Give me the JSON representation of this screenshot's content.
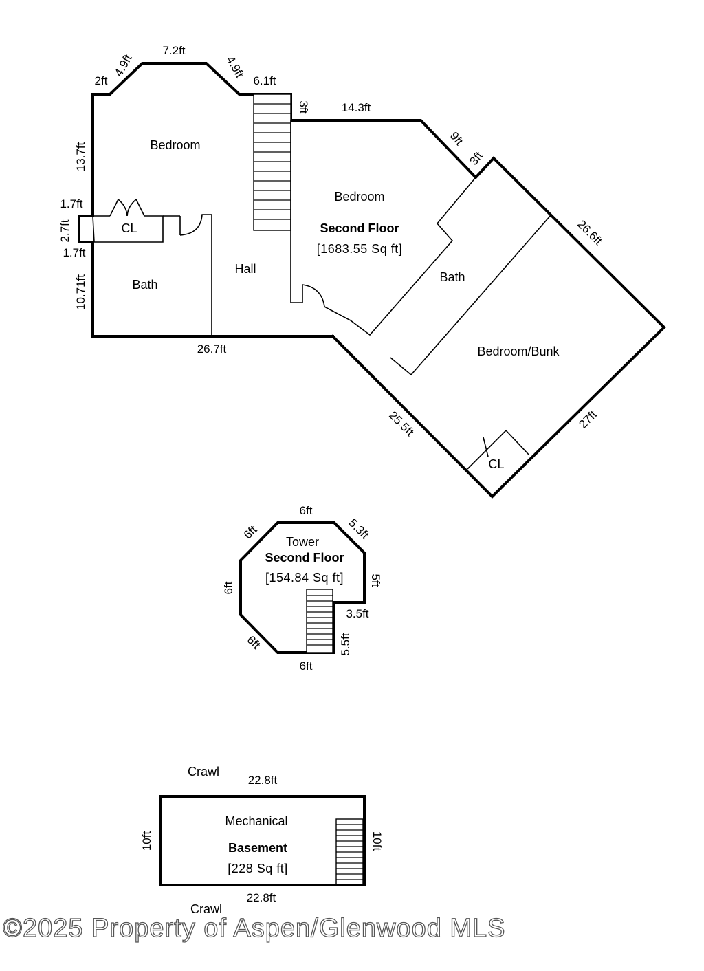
{
  "second_floor": {
    "title": "Second Floor",
    "area": "[1683.55 Sq ft]",
    "rooms": {
      "bedroom_left": "Bedroom",
      "closet_left": "CL",
      "bath_left": "Bath",
      "hall": "Hall",
      "bedroom_center": "Bedroom",
      "bath_right": "Bath",
      "bedroom_bunk": "Bedroom/Bunk",
      "closet_bunk": "CL"
    },
    "dimensions": {
      "d_2ft": "2ft",
      "d_4_9ft_a": "4.9ft",
      "d_7_2ft": "7.2ft",
      "d_4_9ft_b": "4.9ft",
      "d_6_1ft": "6.1ft",
      "d_3ft_a": "3ft",
      "d_14_3ft": "14.3ft",
      "d_9ft": "9ft",
      "d_3ft_b": "3ft",
      "d_26_6ft": "26.6ft",
      "d_13_7ft": "13.7ft",
      "d_1_7ft_a": "1.7ft",
      "d_2_7ft": "2.7ft",
      "d_1_7ft_b": "1.7ft",
      "d_10_71ft": "10.71ft",
      "d_26_7ft": "26.7ft",
      "d_25_5ft": "25.5ft",
      "d_27ft": "27ft"
    }
  },
  "tower": {
    "room": "Tower",
    "title": "Second Floor",
    "area": "[154.84 Sq ft]",
    "dimensions": {
      "top": "6ft",
      "top_left": "6ft",
      "top_right": "5.3ft",
      "right": "5ft",
      "notch": "3.5ft",
      "notch_vertical": "5.5ft",
      "bottom": "6ft",
      "bottom_left": "6ft",
      "left": "6ft"
    }
  },
  "basement": {
    "room": "Mechanical",
    "title": "Basement",
    "area": "[228 Sq ft]",
    "crawl_top": "Crawl",
    "crawl_bottom": "Crawl",
    "dimensions": {
      "top": "22.8ft",
      "bottom": "22.8ft",
      "left": "10ft",
      "right": "10ft"
    }
  },
  "watermark": "©2025 Property of Aspen/Glenwood MLS"
}
